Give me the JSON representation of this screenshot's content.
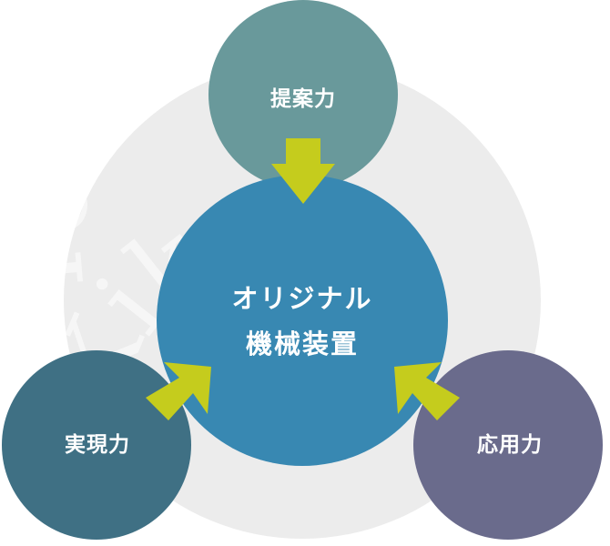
{
  "watermark": {
    "line1": "Tokushu",
    "line2": "Kikai"
  },
  "circles": {
    "top": {
      "label": "提案力",
      "color": "#69999b"
    },
    "left": {
      "label": "実現力",
      "color": "#3f7084"
    },
    "right": {
      "label": "応用力",
      "color": "#6a6b8c"
    },
    "center": {
      "line1": "オリジナル",
      "line2": "機械装置",
      "color": "#3888b2"
    }
  },
  "colors": {
    "background_ring": "#ececec",
    "arrow": "#c5cc1d"
  }
}
